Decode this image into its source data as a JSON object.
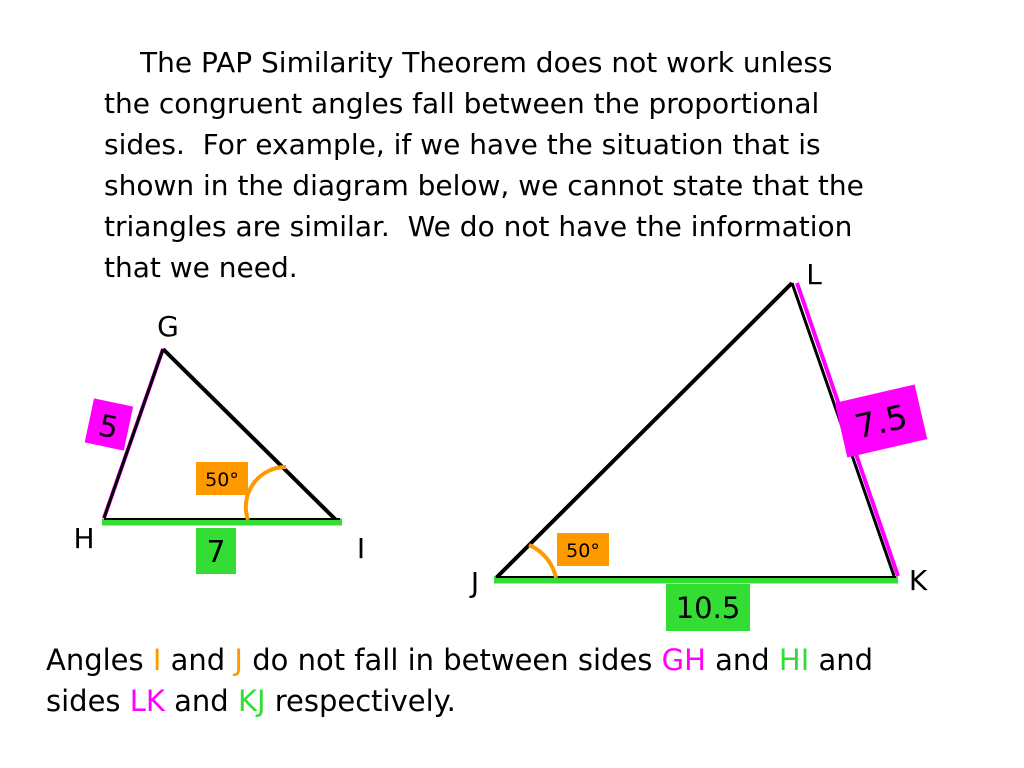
{
  "intro": {
    "lines": [
      "The PAP Similarity Theorem does not work unless",
      "the congruent angles fall between the proportional",
      "sides.  For example, if we have the situation that is",
      "shown in the diagram below, we cannot state that the",
      "triangles are similar.  We do not have the information",
      "that we need."
    ]
  },
  "colors": {
    "magenta": "#ff00ff",
    "green": "#33dd33",
    "orange": "#ff9900",
    "black": "#000000"
  },
  "triangle_left": {
    "vertex_g": "G",
    "vertex_h": "H",
    "vertex_i": "I",
    "side_gh": "5",
    "side_hi": "7",
    "angle_i": "50°"
  },
  "triangle_right": {
    "vertex_l": "L",
    "vertex_j": "J",
    "vertex_k": "K",
    "side_lk": "7.5",
    "side_jk": "10.5",
    "angle_j": "50°"
  },
  "conclusion": {
    "p1": "Angles ",
    "i": "I",
    "p2": " and ",
    "j": "J",
    "p3": " do not fall in between sides ",
    "gh": "GH",
    "p4": " and ",
    "hi": "HI",
    "p5": " and",
    "p6": "sides ",
    "lk": "LK",
    "p7": " and ",
    "kj": "KJ",
    "p8": " respectively."
  }
}
